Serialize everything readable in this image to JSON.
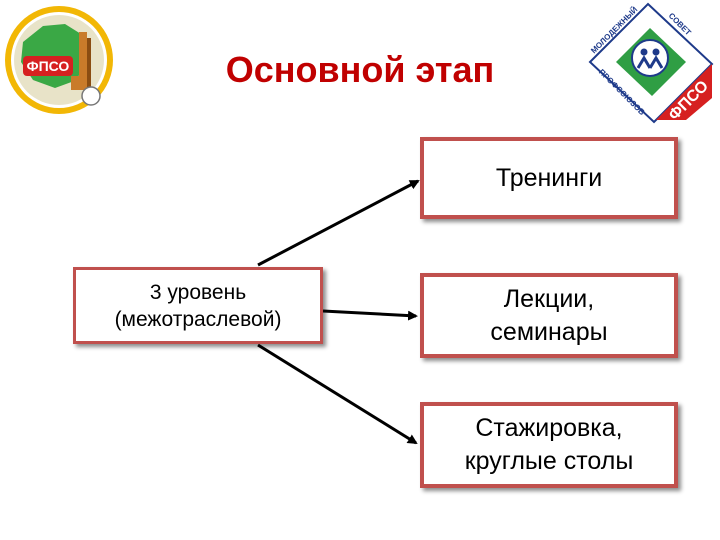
{
  "title": "Основной этап",
  "source": {
    "line1": "3 уровень",
    "line2": "(межотраслевой)"
  },
  "targets": [
    {
      "lines": [
        "Тренинги"
      ]
    },
    {
      "lines": [
        "Лекции,",
        "семинары"
      ]
    },
    {
      "lines": [
        "Стажировка,",
        "круглые столы"
      ]
    }
  ],
  "logos": {
    "left_text": "ФПСО",
    "right_text": "ФПСО",
    "right_ring_words": [
      "МОЛОДЕЖНЫЙ",
      "СОВЕТ",
      "ПРОФСОЮЗОВ"
    ]
  },
  "colors": {
    "title": "#c00000",
    "box_border": "#c0504d",
    "arrow": "#000000"
  }
}
